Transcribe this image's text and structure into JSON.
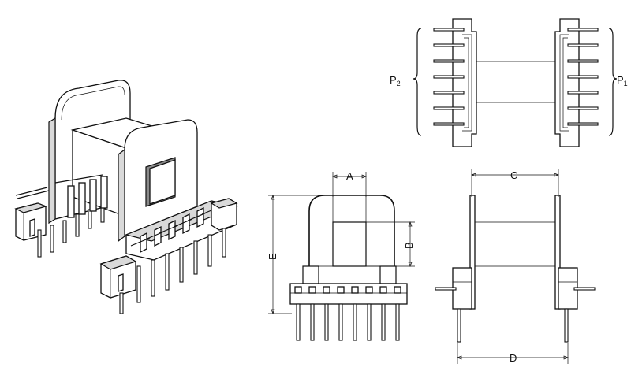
{
  "labels": {
    "A": "A",
    "B": "B",
    "C": "C",
    "D": "D",
    "E": "E",
    "P2_main": "P",
    "P2_sub": "2",
    "P1_main": "P",
    "P1_sub": "1"
  },
  "pins": {
    "front_row": 8,
    "top_view_per_side": 7
  }
}
